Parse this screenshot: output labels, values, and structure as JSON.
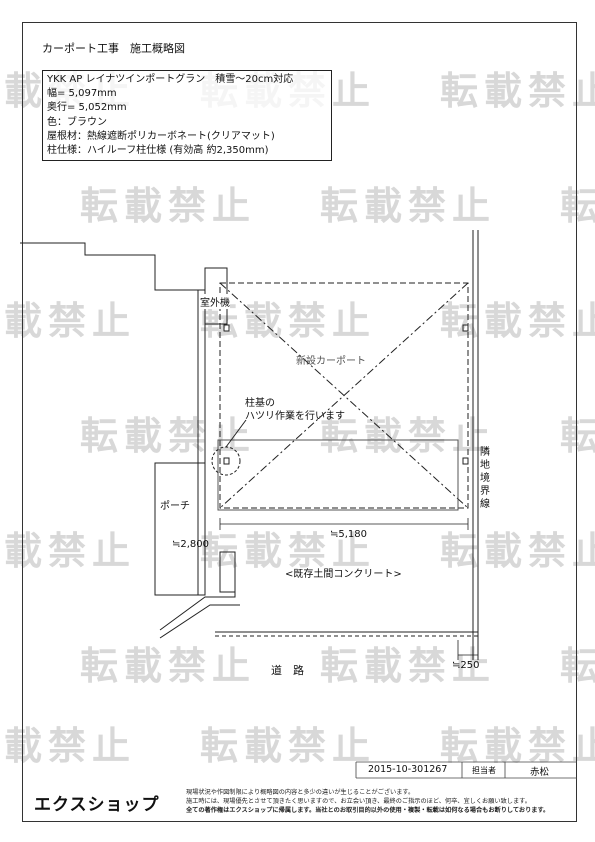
{
  "title": "カーポート工事　施工概略図",
  "spec": {
    "line1": "YKK AP レイナツインポートグラン　積雪～20cm対応",
    "line2": "幅= 5,097mm",
    "line3": "奥行= 5,052mm",
    "line4": "色：ブラウン",
    "line5": "屋根材：熱線遮断ポリカーボネート(クリアマット)",
    "line6": "柱仕様：ハイルーフ柱仕様 (有効高 約2,350mm)"
  },
  "plan": {
    "outdoor_unit": "室外機",
    "carport": "新設カーポート",
    "note_line1": "柱基の",
    "note_line2": "ハツリ作業を行います",
    "porch": "ポーチ",
    "dim_porch": "≒2,800",
    "dim_width": "≒5,180",
    "concrete": "<既存土間コンクリート>",
    "boundary": [
      "隣",
      "地",
      "境",
      "界",
      "線"
    ],
    "road": "道　路",
    "dim_gap": "≒250"
  },
  "watermark": "転載禁止",
  "footer": {
    "doc_number": "2015-10-301267",
    "person_label": "担当者",
    "person_name": "赤松",
    "logo": "エクスショップ",
    "note1": "現場状況や作図制限により概略図の内容と多少の違いが生じることがございます。",
    "note2": "施工時には、現場優先とさせて頂きたく思いますので、お立会い頂き、最終のご指示のほど、何卒、宜しくお願い致します。",
    "note3": "全ての著作権はエクスショップに帰属します。当社とのお取引目的以外の使用・複製・転載は如何なる場合もお断りしております。"
  }
}
